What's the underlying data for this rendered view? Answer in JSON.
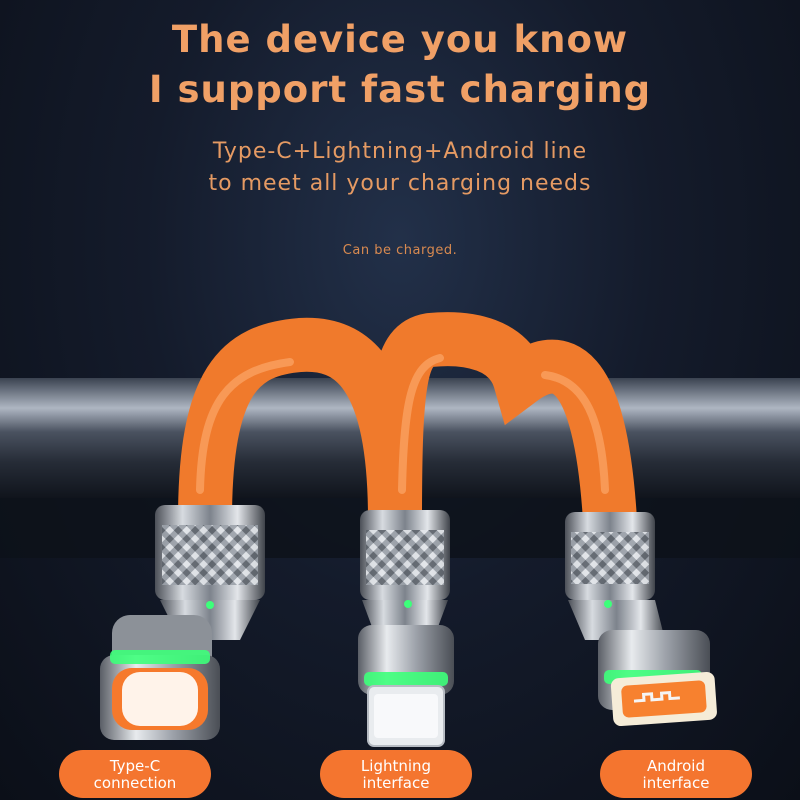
{
  "headline": {
    "line1": "The device you know",
    "line2": "I support fast charging"
  },
  "subheadline": {
    "line1": "Type-C+Lightning+Android line",
    "line2": "to meet all your charging needs"
  },
  "note": "Can be charged.",
  "connectors": [
    {
      "label_line1": "Type-C",
      "label_line2": "connection"
    },
    {
      "label_line1": "Lightning",
      "label_line2": "interface"
    },
    {
      "label_line1": "Android",
      "label_line2": "interface"
    }
  ],
  "colors": {
    "accent": "#f0a066",
    "cable": "#f07a2c",
    "pill": "#f4752f",
    "background": "#141b2b",
    "led": "#3dff7a"
  }
}
